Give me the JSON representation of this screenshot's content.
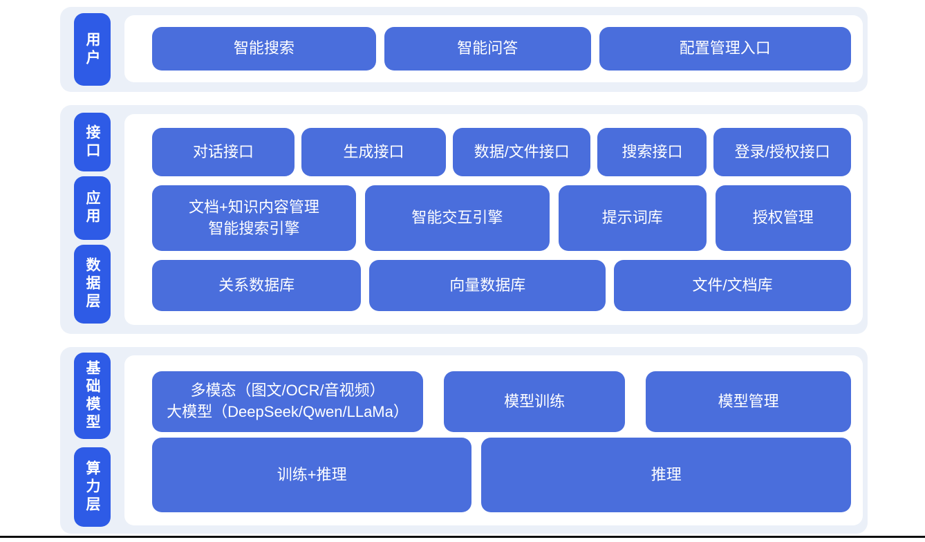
{
  "palette": {
    "section_bg": "#EBF0F8",
    "pill_blue": "#2E5BE6",
    "box_blue": "#4A6EDC",
    "text_on_blue": "#FFFFFF",
    "divider": "#0C0C0C"
  },
  "layers": {
    "user": {
      "rail_label": "用户",
      "boxes": [
        {
          "label": "智能搜索"
        },
        {
          "label": "智能问答"
        },
        {
          "label": "配置管理入口"
        }
      ]
    },
    "middle": {
      "rails": [
        {
          "label": "接口"
        },
        {
          "label": "应用"
        },
        {
          "label": "数据层"
        }
      ],
      "row_interface": [
        {
          "label": "对话接口"
        },
        {
          "label": "生成接口"
        },
        {
          "label": "数据/文件接口"
        },
        {
          "label": "搜索接口"
        },
        {
          "label": "登录/授权接口"
        }
      ],
      "row_app": [
        {
          "label": "文档+知识内容管理\n智能搜索引擎"
        },
        {
          "label": "智能交互引擎"
        },
        {
          "label": "提示词库"
        },
        {
          "label": "授权管理"
        }
      ],
      "row_data": [
        {
          "label": "关系数据库"
        },
        {
          "label": "向量数据库"
        },
        {
          "label": "文件/文档库"
        }
      ]
    },
    "foundation": {
      "rails": [
        {
          "label": "基础模型"
        },
        {
          "label": "算力层"
        }
      ],
      "row_model": [
        {
          "label": "多模态（图文/OCR/音视频）\n大模型（DeepSeek/Qwen/LLaMa）"
        },
        {
          "label": "模型训练"
        },
        {
          "label": "模型管理"
        }
      ],
      "row_compute": [
        {
          "label": "训练+推理"
        },
        {
          "label": "推理"
        }
      ]
    }
  }
}
